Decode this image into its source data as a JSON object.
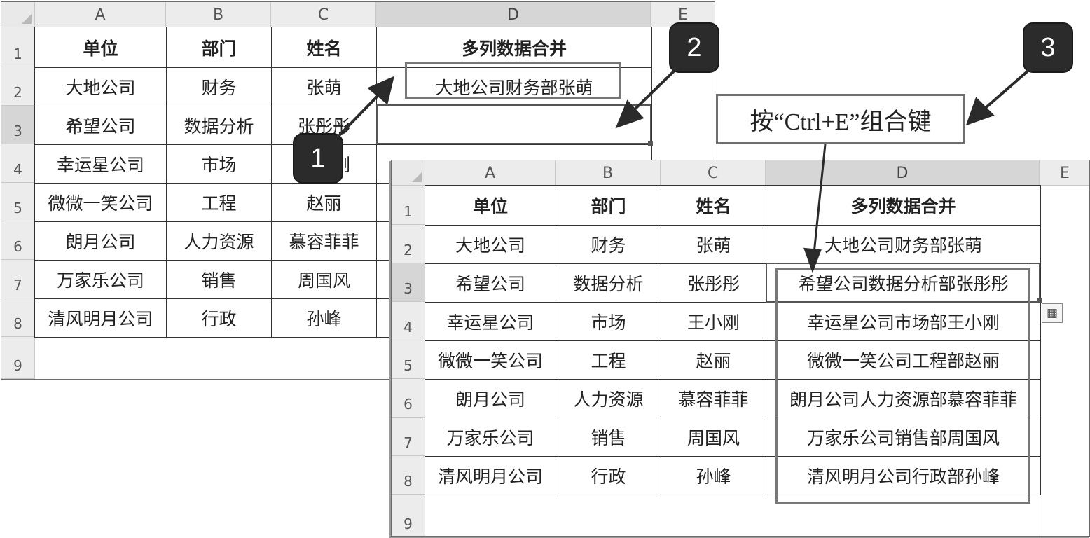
{
  "columns": [
    "A",
    "B",
    "C",
    "D",
    "E"
  ],
  "rows": [
    "1",
    "2",
    "3",
    "4",
    "5",
    "6",
    "7",
    "8",
    "9"
  ],
  "headers": [
    "单位",
    "部门",
    "姓名",
    "多列数据合并"
  ],
  "before": {
    "data": [
      [
        "大地公司",
        "财务",
        "张萌",
        "大地公司财务部张萌"
      ],
      [
        "希望公司",
        "数据分析",
        "张彤彤",
        ""
      ],
      [
        "幸运星公司",
        "市场",
        "王小刚",
        ""
      ],
      [
        "微微一笑公司",
        "工程",
        "赵丽",
        ""
      ],
      [
        "朗月公司",
        "人力资源",
        "慕容菲菲",
        ""
      ],
      [
        "万家乐公司",
        "销售",
        "周国风",
        ""
      ],
      [
        "清风明月公司",
        "行政",
        "孙峰",
        ""
      ]
    ]
  },
  "after": {
    "data": [
      [
        "大地公司",
        "财务",
        "张萌",
        "大地公司财务部张萌"
      ],
      [
        "希望公司",
        "数据分析",
        "张彤彤",
        "希望公司数据分析部张彤彤"
      ],
      [
        "幸运星公司",
        "市场",
        "王小刚",
        "幸运星公司市场部王小刚"
      ],
      [
        "微微一笑公司",
        "工程",
        "赵丽",
        "微微一笑公司工程部赵丽"
      ],
      [
        "朗月公司",
        "人力资源",
        "慕容菲菲",
        "朗月公司人力资源部慕容菲菲"
      ],
      [
        "万家乐公司",
        "销售",
        "周国风",
        "万家乐公司销售部周国风"
      ],
      [
        "清风明月公司",
        "行政",
        "孙峰",
        "清风明月公司行政部孙峰"
      ]
    ]
  },
  "steps": {
    "step1": "1",
    "step2": "2",
    "step3": "3"
  },
  "callout_text": "按“Ctrl+E”组合键",
  "colors": {
    "badge": "#2b2b2b",
    "border": "#333333",
    "header_bg": "#ececec"
  }
}
